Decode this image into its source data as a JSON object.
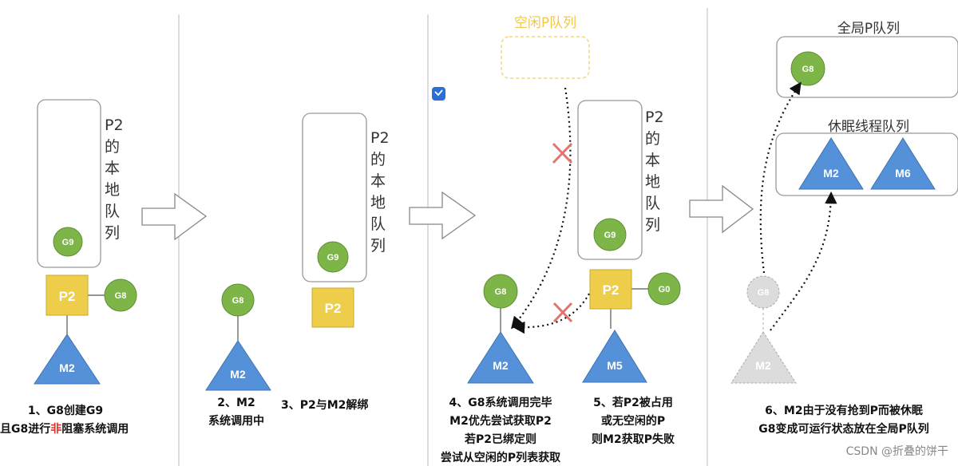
{
  "stage1": {
    "queue_chars": [
      "P2",
      "的",
      "本",
      "地",
      "队",
      "列"
    ],
    "g9": "G9",
    "p2": "P2",
    "g8": "G8",
    "m2": "M2",
    "caption": {
      "line1_a": "1、G8创建G9",
      "line2_a": "且G8进行",
      "line2_red": "非",
      "line2_b": "阻塞系统调用"
    }
  },
  "stage2": {
    "g8": "G8",
    "m2": "M2",
    "caption": {
      "line1": "2、M2",
      "line2": "系统调用中"
    }
  },
  "stage3": {
    "queue_chars": [
      "P2",
      "的",
      "本",
      "地",
      "队",
      "列"
    ],
    "g9": "G9",
    "p2": "P2",
    "caption": "3、P2与M2解绑"
  },
  "stage4": {
    "idle_queue_title": "空闲P队列",
    "g8": "G8",
    "m2": "M2",
    "caption": {
      "line1": "4、G8系统调用完毕",
      "line2": "M2优先尝试获取P2",
      "line3": "若P2已绑定则",
      "line4": "尝试从空闲的P列表获取"
    }
  },
  "stage5": {
    "queue_chars": [
      "P2",
      "的",
      "本",
      "地",
      "队",
      "列"
    ],
    "g9": "G9",
    "p2": "P2",
    "g0": "G0",
    "m5": "M5",
    "caption": {
      "line1": "5、若P2被占用",
      "line2": "或无空闲的P",
      "line3": "则M2获取P失败"
    }
  },
  "stage6": {
    "global_queue_title": "全局P队列",
    "g8_queue": "G8",
    "sleep_queue_title": "休眠线程队列",
    "m2_sleep": "M2",
    "m6": "M6",
    "g8_ghost": "G8",
    "m2_ghost": "M2",
    "caption": {
      "line1": "6、M2由于没有抢到P而被休眠",
      "line2": "G8变成可运行状态放在全局P队列"
    }
  },
  "watermark": "CSDN @折叠的饼干",
  "colors": {
    "goroutine": "#7db548",
    "processor": "#edcd4a",
    "machine": "#5591d9",
    "ghost": "#dcdcdc",
    "cross": "#e07470",
    "idle_border": "#f0d878",
    "idle_text": "#f0c84a"
  }
}
